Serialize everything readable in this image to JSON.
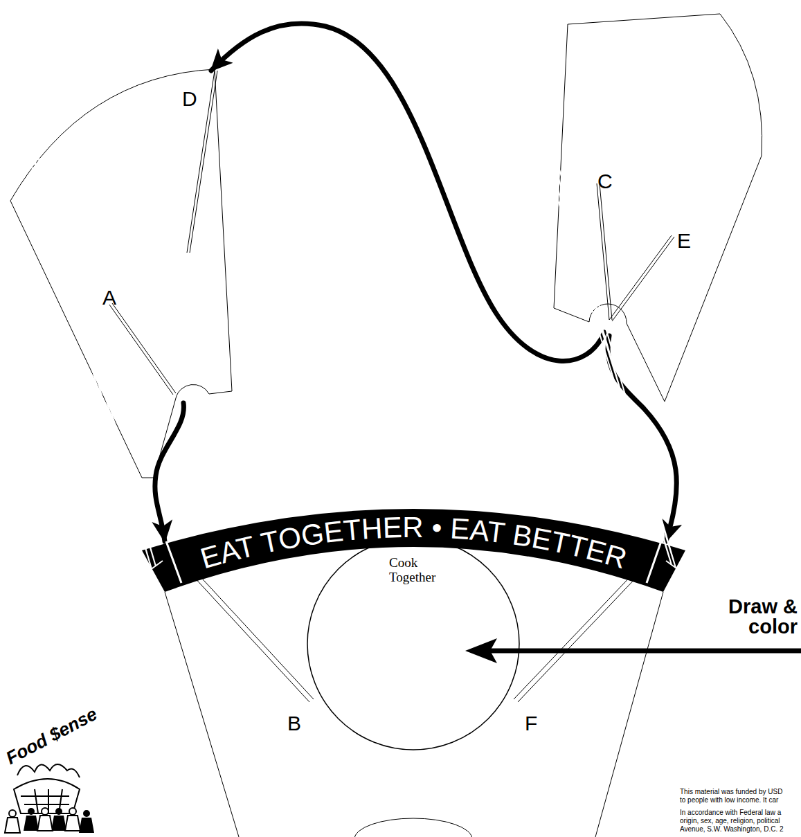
{
  "diagram": {
    "nodes": [
      {
        "text": [
          "D",
          "A"
        ]
      },
      {
        "text": [
          "C",
          "E"
        ]
      },
      {
        "text": [
          "EAT TOGETHER • EAT BETTER"
        ]
      },
      {
        "text": [
          "Cook Together"
        ]
      }
    ],
    "edges": [
      {
        "from": 0,
        "to": 2,
        "arrow": "to"
      },
      {
        "from": 1,
        "to": 0,
        "arrow": "to"
      },
      {
        "from": 1,
        "to": 2,
        "arrow": "to"
      }
    ],
    "labels": [
      "B",
      "F",
      "Draw & color",
      "Food $ense",
      "This material was funded by USD",
      "to people with low income. It car",
      "In accordance with Federal law a",
      "origin, sex, age, religion, political",
      "Avenue, S.W. Washington, D.C. 2"
    ]
  }
}
